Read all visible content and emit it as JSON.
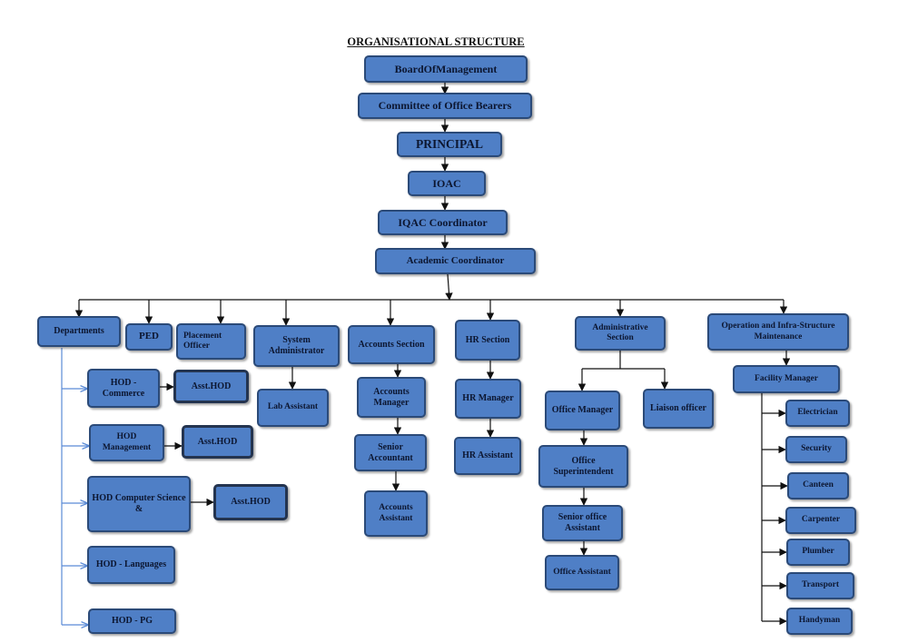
{
  "title": "ORGANISATIONAL STRUCTURE",
  "colors": {
    "box_fill": "#4f7fc6",
    "box_border": "#2b4a78",
    "connector": "#111111",
    "dept_connector": "#5b8bd6"
  },
  "nodes": {
    "board": "BoardOfManagement",
    "committee": "Committee of Office Bearers",
    "principal": "PRINCIPAL",
    "iqac": "IOAC",
    "iqac_coordinator": "IQAC Coordinator",
    "academic_coordinator": "Academic Coordinator",
    "departments": "Departments",
    "ped": "PED",
    "placement_officer": "Placement Officer",
    "system_administrator": "System Administrator",
    "lab_assistant": "Lab Assistant",
    "accounts_section": "Accounts Section",
    "accounts_manager": "Accounts Manager",
    "senior_accountant": "Senior Accountant",
    "accounts_assistant": "Accounts Assistant",
    "hr_section": "HR Section",
    "hr_manager": "HR Manager",
    "hr_assistant": "HR Assistant",
    "administrative_section": "Administrative Section",
    "office_manager": "Office Manager",
    "liaison_officer": "Liaison officer",
    "office_superintendent": "Office Superintendent",
    "senior_office_assistant": "Senior office Assistant",
    "office_assistant": "Office Assistant",
    "operation_maintenance": "Operation and Infra-Structure Maintenance",
    "facility_manager": "Facility Manager",
    "electrician": "Electrician",
    "security": "Security",
    "canteen": "Canteen",
    "carpenter": "Carpenter",
    "plumber": "Plumber",
    "transport": "Transport",
    "handyman": "Handyman",
    "hod_commerce": "HOD - Commerce",
    "asst_hod_commerce": "Asst.HOD",
    "hod_management": "HOD Management",
    "asst_hod_management": "Asst.HOD",
    "hod_cs": "HOD Computer Science &",
    "asst_hod_cs": "Asst.HOD",
    "hod_languages": "HOD - Languages",
    "hod_pg": "HOD - PG"
  }
}
